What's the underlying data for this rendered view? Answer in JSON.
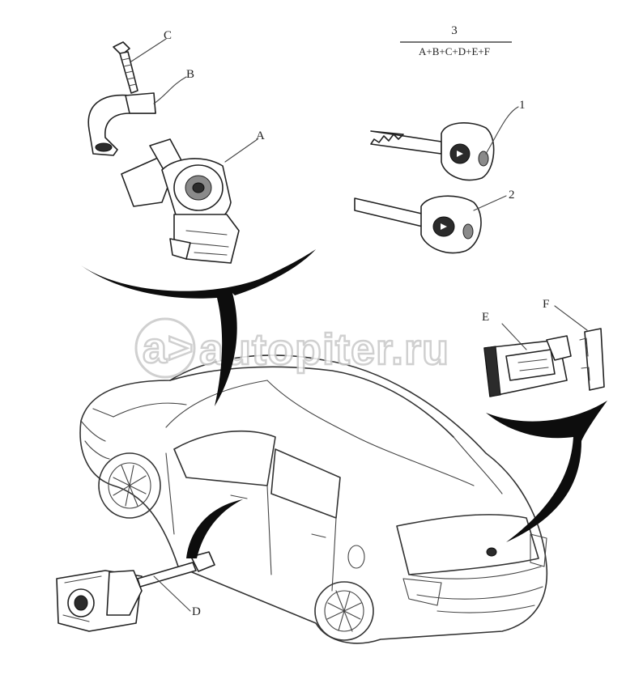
{
  "diagram": {
    "callouts": {
      "A": "A",
      "B": "B",
      "C": "C",
      "D": "D",
      "E": "E",
      "F": "F",
      "key1": "1",
      "key2": "2"
    },
    "kit": {
      "number": "3",
      "composition": "A+B+C+D+E+F"
    },
    "watermark": {
      "logo": "a>",
      "text": "autopiter.ru"
    }
  }
}
